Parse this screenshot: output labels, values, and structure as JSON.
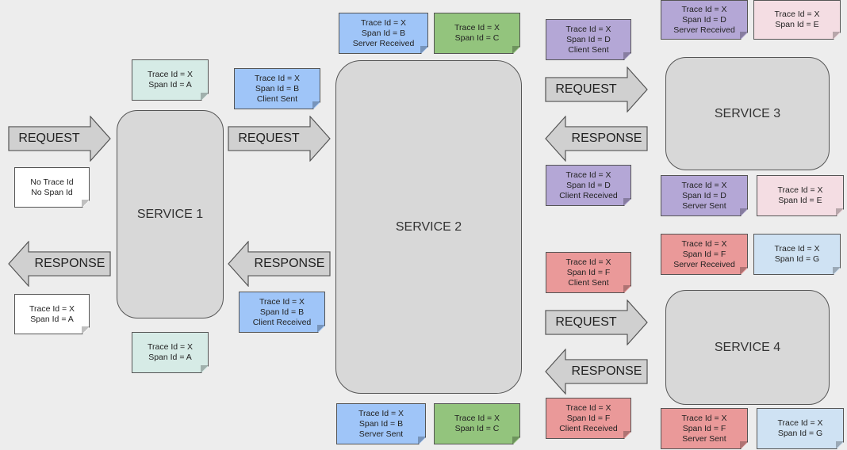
{
  "colors": {
    "teal": "#d6ebe6",
    "blue": "#9fc5f8",
    "green": "#93c47d",
    "purple": "#b4a7d6",
    "pink": "#f4dde3",
    "red": "#ea9999",
    "lightblue": "#cfe2f3",
    "white": "#ffffff",
    "arrow_fill": "#d0d0d0",
    "arrow_stroke": "#555555"
  },
  "services": {
    "s1": "SERVICE 1",
    "s2": "SERVICE 2",
    "s3": "SERVICE 3",
    "s4": "SERVICE 4"
  },
  "arrows": {
    "a1": "REQUEST",
    "a2": "REQUEST",
    "a3": "REQUEST",
    "a4": "REQUEST",
    "b1": "RESPONSE",
    "b2": "RESPONSE",
    "b3": "RESPONSE",
    "b4": "RESPONSE"
  },
  "notes": {
    "n01": [
      "No Trace Id",
      "No Span Id"
    ],
    "n02": [
      "Trace Id = X",
      "Span Id = A"
    ],
    "n03": [
      "Trace Id = X",
      "Span Id = A"
    ],
    "n04": [
      "Trace Id = X",
      "Span Id = A"
    ],
    "n05": [
      "Trace Id = X",
      "Span Id = B",
      "Client Sent"
    ],
    "n06": [
      "Trace Id = X",
      "Span Id = B",
      "Client Received"
    ],
    "n07": [
      "Trace Id = X",
      "Span Id = B",
      "Server Received"
    ],
    "n08": [
      "Trace Id = X",
      "Span Id = C"
    ],
    "n09": [
      "Trace Id = X",
      "Span Id = B",
      "Server Sent"
    ],
    "n10": [
      "Trace Id = X",
      "Span Id = C"
    ],
    "n11": [
      "Trace Id = X",
      "Span Id = D",
      "Client Sent"
    ],
    "n12": [
      "Trace Id = X",
      "Span Id = D",
      "Client Received"
    ],
    "n13": [
      "Trace Id = X",
      "Span Id = D",
      "Server Received"
    ],
    "n14": [
      "Trace Id = X",
      "Span Id = E"
    ],
    "n15": [
      "Trace Id = X",
      "Span Id = D",
      "Server Sent"
    ],
    "n16": [
      "Trace Id = X",
      "Span Id = E"
    ],
    "n17": [
      "Trace Id = X",
      "Span Id = F",
      "Client Sent"
    ],
    "n18": [
      "Trace Id = X",
      "Span Id = F",
      "Client Received"
    ],
    "n19": [
      "Trace Id = X",
      "Span Id = F",
      "Server Received"
    ],
    "n20": [
      "Trace Id = X",
      "Span Id = G"
    ],
    "n21": [
      "Trace Id = X",
      "Span Id = F",
      "Server Sent"
    ],
    "n22": [
      "Trace Id = X",
      "Span Id = G"
    ]
  }
}
